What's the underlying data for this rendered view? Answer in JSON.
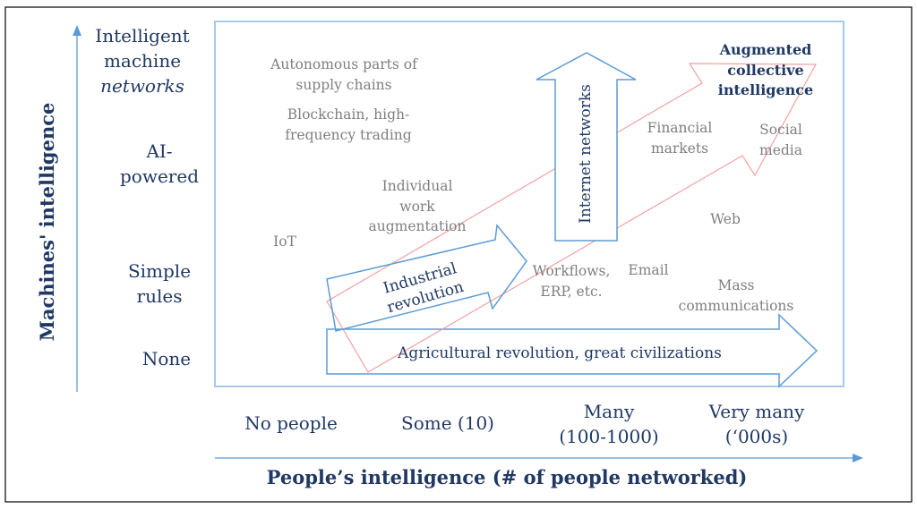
{
  "y_axis": {
    "title": "Machines' intelligence",
    "levels": [
      [
        "Intelligent",
        "machine",
        "networks"
      ],
      [
        "AI-",
        "powered"
      ],
      [
        "Simple",
        "rules"
      ],
      [
        "None"
      ]
    ]
  },
  "x_axis": {
    "title": "People’s intelligence (# of people networked)",
    "levels": [
      [
        "No people"
      ],
      [
        "Some (10)"
      ],
      [
        "Many",
        "(100-1000)"
      ],
      [
        "Very many",
        "(‘000s)"
      ]
    ]
  },
  "arrows": {
    "agricultural": "Agricultural revolution, great civilizations",
    "industrial": [
      "Industrial",
      "revolution"
    ],
    "internet": "Internet networks",
    "augmented": [
      "Augmented",
      "collective",
      "intelligence"
    ]
  },
  "examples": {
    "autonomous": [
      "Autonomous parts of",
      "supply chains"
    ],
    "blockchain": [
      "Blockchain, high-",
      "frequency trading"
    ],
    "individual": [
      "Individual",
      "work",
      "augmentation"
    ],
    "iot": "IoT",
    "workflows": [
      "Workflows,",
      "ERP, etc."
    ],
    "email": "Email",
    "financial": [
      "Financial",
      "markets"
    ],
    "social": [
      "Social",
      "media"
    ],
    "web": "Web",
    "mass": [
      "Mass",
      "communications"
    ]
  },
  "colors": {
    "accent": "#5b9bd5",
    "text": "#1f3864",
    "red": "#f4a0a0",
    "gray": "#7f7f7f"
  }
}
